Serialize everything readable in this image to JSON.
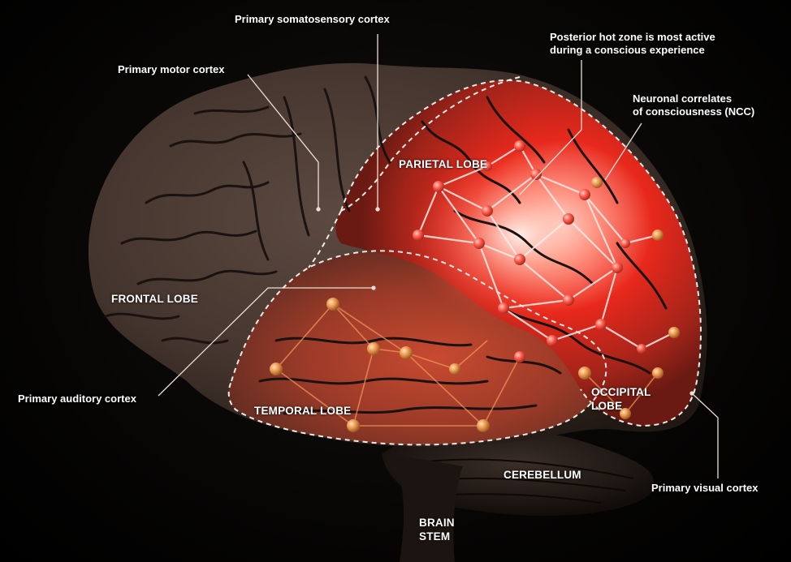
{
  "labels": {
    "primary_somatosensory_cortex": "Primary somatosensory cortex",
    "primary_motor_cortex": "Primary motor cortex",
    "posterior_hot_zone_line1": "Posterior hot zone is most active",
    "posterior_hot_zone_line2": "during a conscious experience",
    "ncc_line1": "Neuronal correlates",
    "ncc_line2": "of consciousness (NCC)",
    "parietal_lobe": "PARIETAL LOBE",
    "frontal_lobe": "FRONTAL LOBE",
    "temporal_lobe": "TEMPORAL LOBE",
    "occipital_lobe_line1": "OCCIPITAL",
    "occipital_lobe_line2": "LOBE",
    "primary_auditory_cortex": "Primary auditory cortex",
    "cerebellum": "CEREBELLUM",
    "brain_stem_line1": "BRAIN",
    "brain_stem_line2": "STEM",
    "primary_visual_cortex": "Primary visual cortex"
  },
  "colors": {
    "brain_tissue": "#4a3a33",
    "sulci": "#1a1210",
    "hot_zone_core": "#ffe6e0",
    "hot_zone_mid": "#ff3a2a",
    "hot_zone_edge": "#7a1c14",
    "temporal_glow": "#b8402a",
    "node_red": "#ff5a4a",
    "node_orange": "#e8944a",
    "leader_lines": "#e8e0d8",
    "dashed_outline": "#f2ece6"
  }
}
